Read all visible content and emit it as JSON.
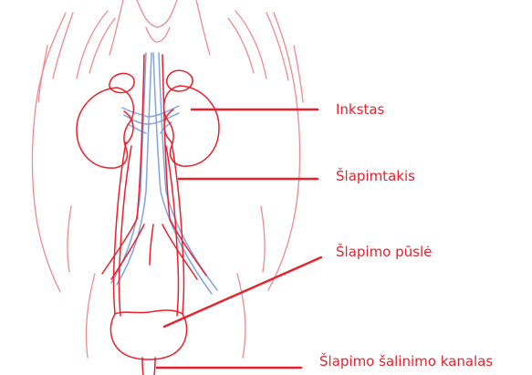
{
  "diagram": {
    "labels": {
      "kidney": "Inkstas",
      "ureter": "Šlapimtakis",
      "bladder": "Šlapimo pūslė",
      "urethra": "Šlapimo šalinimo kanalas"
    }
  },
  "colors": {
    "outline": "#e8212d",
    "vessels": "#7fa5e3",
    "label_text": "#e8212d",
    "background": "#ffffff"
  }
}
